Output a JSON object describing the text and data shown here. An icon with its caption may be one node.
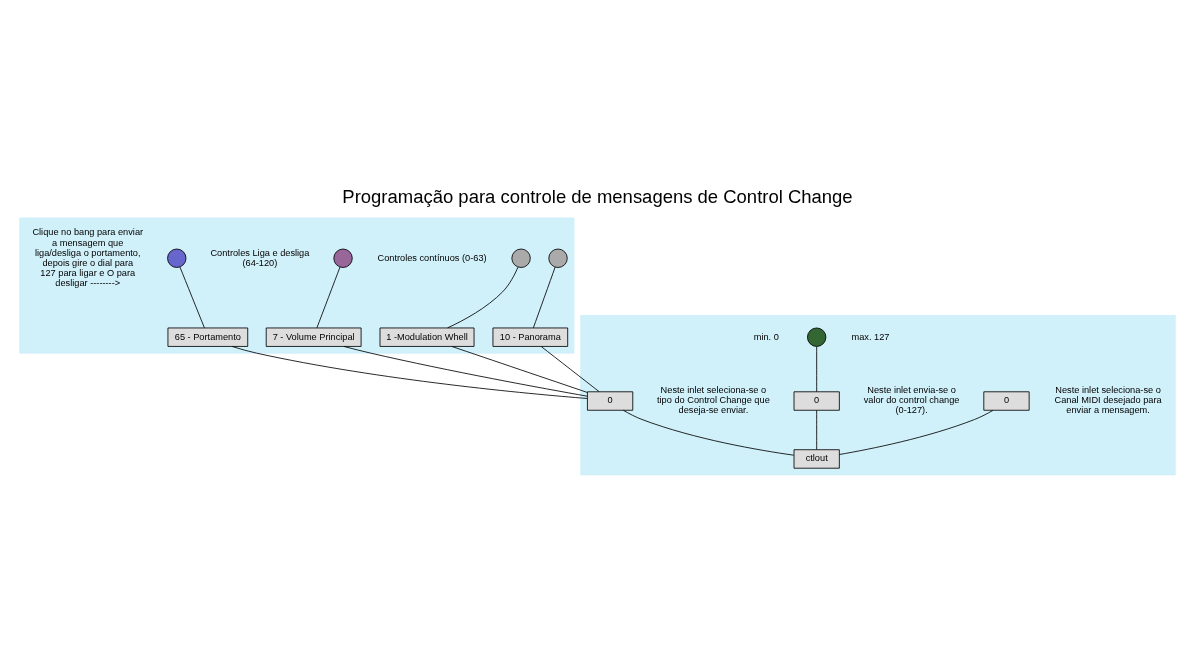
{
  "diagram": {
    "title": "Programação para controle de mensagens de Control Change",
    "nodes": [
      {
        "text": [],
        "shape": "box"
      },
      {
        "text": [],
        "shape": "circle",
        "in": 0,
        "beside": [
          "Clique no bang para enviar a mensagem que liga/desliga o portamento, depois gire o dial para 127 para ligar e O para desligar -------->",
          "Controles Liga e desliga (64-120)"
        ]
      },
      {
        "text": [],
        "shape": "circle",
        "in": 0,
        "beside": [
          "Controles contínuos (0-63)"
        ]
      },
      {
        "text": [],
        "shape": "circle",
        "in": 0
      },
      {
        "text": [],
        "shape": "circle",
        "in": 0
      },
      {
        "text": [
          "65 - Portamento"
        ],
        "in": 0
      },
      {
        "text": [
          "7 - Volume Principal"
        ],
        "in": 0
      },
      {
        "text": [
          "1 -Modulation Whell"
        ],
        "in": 0
      },
      {
        "text": [
          "10 - Panorama"
        ],
        "in": 0
      },
      {
        "text": [],
        "shape": "box"
      },
      {
        "text": [],
        "shape": "circle",
        "in": 9,
        "beside": [
          "min. 0",
          "max. 127"
        ]
      },
      {
        "text": [
          "0"
        ],
        "in": 9,
        "beside": [
          "Neste inlet envia-se o valor do control change (0-127)."
        ]
      },
      {
        "text": [
          "0"
        ],
        "in": 9,
        "beside": [
          "Neste inlet seleciona-se o tipo do Control Change que deseja-se enviar."
        ]
      },
      {
        "text": [
          "0"
        ],
        "in": 9,
        "beside": [
          "Neste inlet seleciona-se o Canal MIDI desejado para enviar a mensagem."
        ]
      },
      {
        "text": [
          "ctlout"
        ],
        "in": 9
      }
    ],
    "edges": [
      {
        "from": 1,
        "to": 5,
        "arrow": "none"
      },
      {
        "from": 2,
        "to": 6,
        "arrow": "none"
      },
      {
        "from": 3,
        "to": 7,
        "arrow": "none"
      },
      {
        "from": 4,
        "to": 8,
        "arrow": "none"
      },
      {
        "from": 5,
        "to": 12,
        "arrow": "none"
      },
      {
        "from": 6,
        "to": 12,
        "arrow": "none"
      },
      {
        "from": 7,
        "to": 12,
        "arrow": "none"
      },
      {
        "from": 8,
        "to": 12,
        "arrow": "none"
      },
      {
        "from": 10,
        "to": 11,
        "arrow": "none"
      },
      {
        "from": 11,
        "to": 14,
        "arrow": "none"
      },
      {
        "from": 12,
        "to": 14,
        "arrow": "none"
      },
      {
        "from": 13,
        "to": 14,
        "arrow": "none"
      }
    ]
  }
}
